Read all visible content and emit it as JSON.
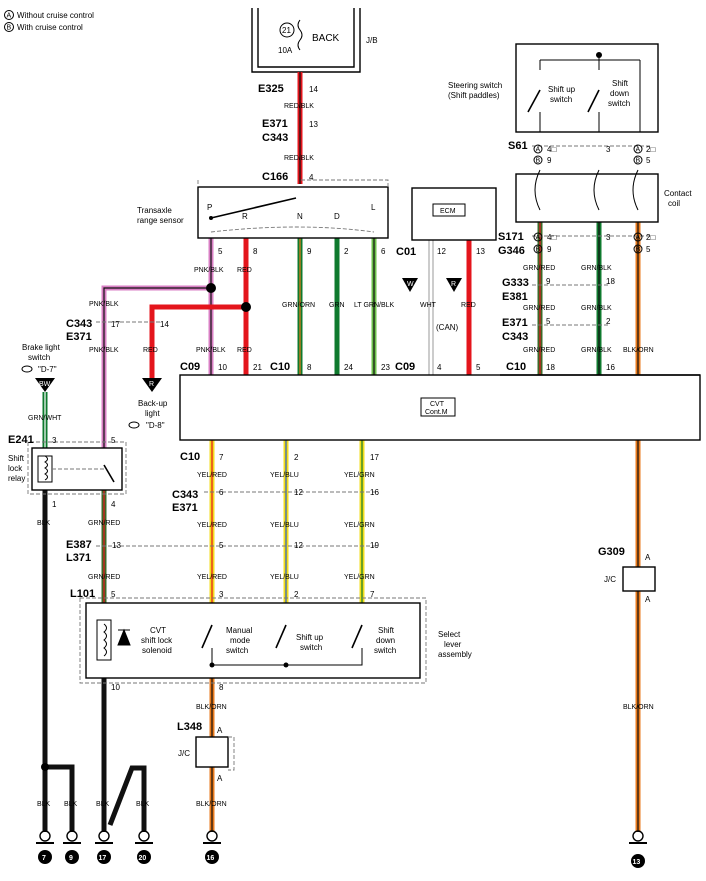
{
  "legend": {
    "a": "Without cruise control",
    "b": "With cruise control",
    "a_mark": "A",
    "b_mark": "B"
  },
  "fuse": {
    "num": "21",
    "amps": "10A",
    "name": "BACK",
    "box": "J/B"
  },
  "conn": {
    "E325": "E325",
    "E371": "E371",
    "C343": "C343",
    "C166": "C166",
    "C01": "C01",
    "C09": "C09",
    "C10": "C10",
    "S61": "S61",
    "S171": "S171",
    "G346": "G346",
    "G333": "G333",
    "E381": "E381",
    "E241": "E241",
    "E387": "E387",
    "L371": "L371",
    "L101": "L101",
    "L348": "L348",
    "G309": "G309"
  },
  "pins": {
    "p14": "14",
    "p13": "13",
    "p4": "4",
    "p5": "5",
    "p8": "8",
    "p9": "9",
    "p2": "2",
    "p6": "6",
    "p12": "12",
    "p17": "17",
    "p10": "10",
    "p21": "21",
    "p24": "24",
    "p23": "23",
    "p18": "18",
    "p16": "16",
    "p7": "7",
    "p3": "3",
    "p19": "19",
    "p1": "1",
    "p4o": "4",
    "p2o": "2",
    "p4sq": "4□",
    "p2sq": "2□"
  },
  "wires": {
    "red_blk": "RED/BLK",
    "pnk_blk": "PNK/BLK",
    "red": "RED",
    "grn_orn": "GRN/ORN",
    "grn": "GRN",
    "lt_grn_blk": "LT GRN/BLK",
    "wht": "WHT",
    "can": "(CAN)",
    "grn_red": "GRN/RED",
    "grn_blk": "GRN/BLK",
    "blk_orn": "BLK/ORN",
    "grn_wht": "GRN/WHT",
    "blk": "BLK",
    "yel_red": "YEL/RED",
    "yel_blu": "YEL/BLU",
    "yel_grn": "YEL/GRN"
  },
  "components": {
    "sensor": [
      "Transaxle",
      "range sensor"
    ],
    "positions": {
      "P": "P",
      "R": "R",
      "N": "N",
      "D": "D",
      "L": "L"
    },
    "ecm": "ECM",
    "steering": [
      "Steering switch",
      "(Shift paddles)"
    ],
    "shift_up": [
      "Shift up",
      "switch"
    ],
    "shift_down": [
      "Shift",
      "down",
      "switch"
    ],
    "contact_coil": [
      "Contact",
      "coil"
    ],
    "brake": [
      "Brake light",
      "switch"
    ],
    "brake_ref": "\"D-7\"",
    "backup": [
      "Back-up",
      "light"
    ],
    "backup_ref": "\"D-8\"",
    "cvt": [
      "CVT",
      "Cont.M"
    ],
    "relay": [
      "Shift",
      "lock",
      "relay"
    ],
    "solenoid": [
      "CVT",
      "shift lock",
      "solenoid"
    ],
    "manual": [
      "Manual",
      "mode",
      "switch"
    ],
    "sl_up": [
      "Shift up",
      "switch"
    ],
    "sl_down": [
      "Shift",
      "down",
      "switch"
    ],
    "lever": [
      "Select",
      "lever",
      "assembly"
    ],
    "jc": "J/C",
    "a": "A",
    "bw": "BW",
    "w": "W",
    "r": "R"
  },
  "grounds": [
    "7",
    "9",
    "17",
    "20",
    "16",
    "13"
  ],
  "colors": {
    "red": "#e4151c",
    "green": "#0f7a2e",
    "pink": "#d97fc4",
    "yellow": "#f3dd1c",
    "orange": "#e87a1c",
    "black": "#111111"
  }
}
